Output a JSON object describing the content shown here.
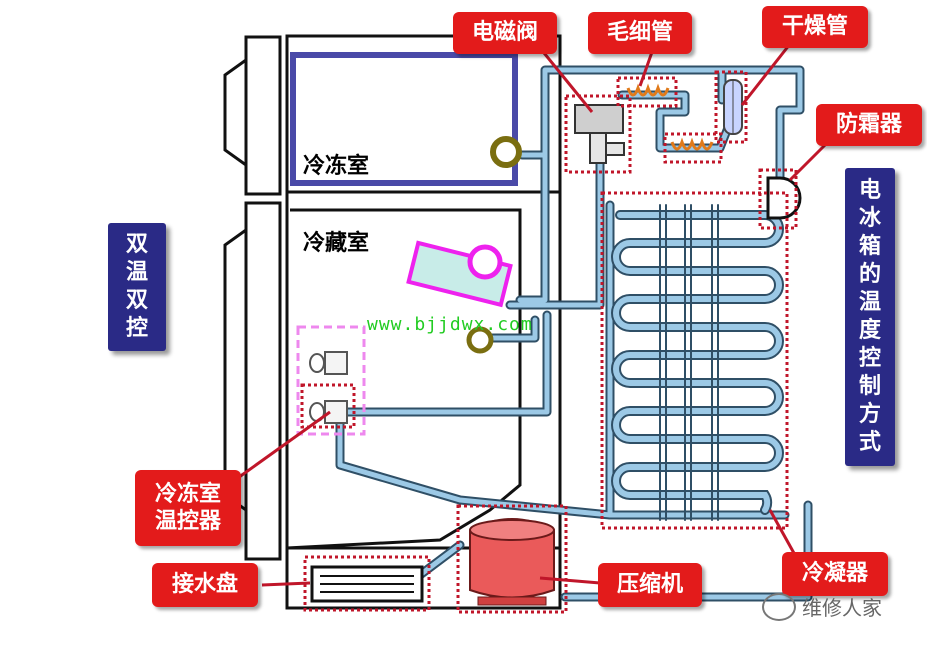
{
  "title_left": [
    "双",
    "温",
    "双",
    "控"
  ],
  "title_right": [
    "电",
    "冰",
    "箱",
    "的",
    "温",
    "度",
    "控",
    "制",
    "方",
    "式"
  ],
  "compartments": {
    "freezer": "冷冻室",
    "fridge": "冷藏室"
  },
  "components": {
    "solenoid_valve": "电磁阀",
    "capillary": "毛细管",
    "dryer": "干燥管",
    "anti_frost": "防霜器",
    "freezer_thermostat": "冷冻室温控器",
    "drip_tray": "接水盘",
    "compressor": "压缩机",
    "condenser": "冷凝器"
  },
  "website": "www.bjjdwx.com",
  "watermark": "维修人家",
  "colors": {
    "callout": "#e31b1b",
    "title_box": "#2a2a86",
    "pipe": "#9cc9e6",
    "pipe_outline": "#2f4f66",
    "freezer_edge": "#4a4aa8",
    "marker": "#ee22ee",
    "olive": "#7a6e10"
  }
}
